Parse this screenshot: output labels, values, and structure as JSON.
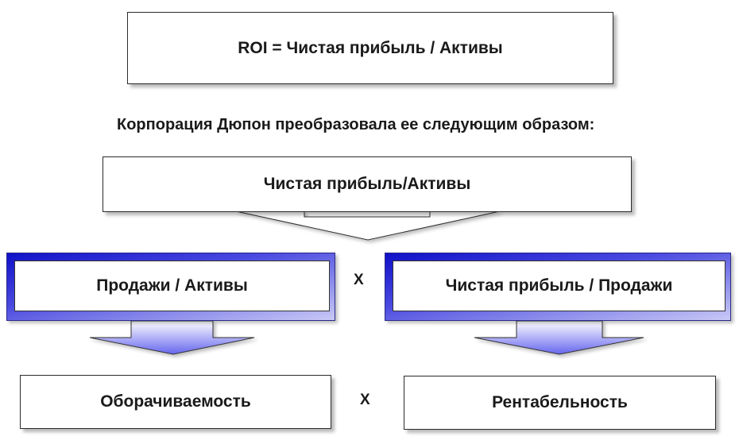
{
  "formula": "ROI = Чистая прибыль / Активы",
  "caption": "Корпорация Дюпон преобразовала ее следующим образом:",
  "source_box": "Чистая прибыль/Активы",
  "left_panel": "Продажи / Активы",
  "right_panel": "Чистая прибыль / Продажи",
  "multiply_top": "X",
  "left_result": "Оборачиваемость",
  "right_result": "Рентабельность",
  "multiply_bottom": "X",
  "colors": {
    "panel_gradient_dark": "#1010c8",
    "panel_gradient_light": "#c9c9f6",
    "arrow_light": "#ffffff",
    "arrow_dark": "#6666ee"
  }
}
